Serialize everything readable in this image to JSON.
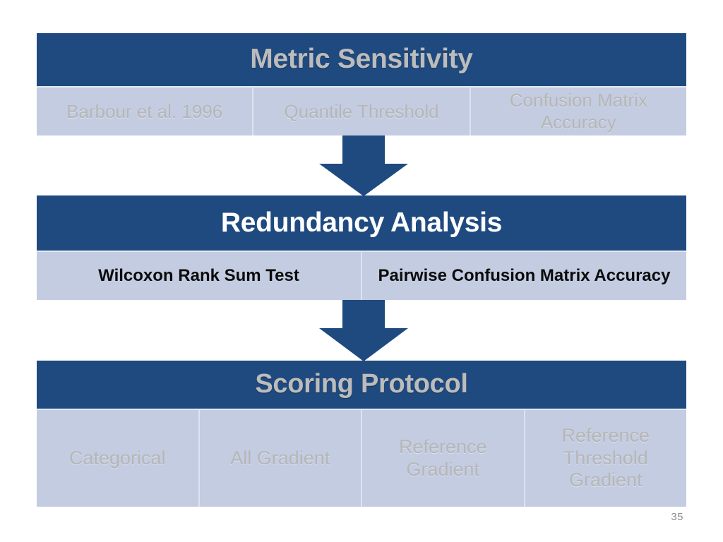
{
  "slide": {
    "page_number": "35",
    "colors": {
      "header_blue": "#1F4A80",
      "subcell_blue": "#C3CCE1",
      "dim_text": "#BCBCBC",
      "bright_text": "#FFFFFF",
      "strong_text": "#0B0B0B",
      "background": "#FFFFFF"
    }
  },
  "blocks": [
    {
      "id": "metric-sensitivity",
      "title": "Metric Sensitivity",
      "title_style": "dim",
      "cells": [
        {
          "label": "Barbour et al. 1996",
          "style": "dim"
        },
        {
          "label": "Quantile Threshold",
          "style": "dim"
        },
        {
          "label": "Confusion Matrix Accuracy",
          "style": "dim"
        }
      ]
    },
    {
      "id": "redundancy-analysis",
      "title": "Redundancy Analysis",
      "title_style": "bright",
      "cells": [
        {
          "label": "Wilcoxon Rank Sum Test",
          "style": "strong"
        },
        {
          "label": "Pairwise Confusion Matrix Accuracy",
          "style": "strong"
        }
      ]
    },
    {
      "id": "scoring-protocol",
      "title": "Scoring Protocol",
      "title_style": "dim",
      "cells": [
        {
          "label": "Categorical",
          "style": "dim"
        },
        {
          "label": "All Gradient",
          "style": "dim"
        },
        {
          "label": "Reference Gradient",
          "style": "dim"
        },
        {
          "label": "Reference Threshold Gradient",
          "style": "dim"
        }
      ]
    }
  ],
  "arrows": [
    {
      "id": "arrow-one",
      "direction": "down"
    },
    {
      "id": "arrow-two",
      "direction": "down"
    }
  ]
}
